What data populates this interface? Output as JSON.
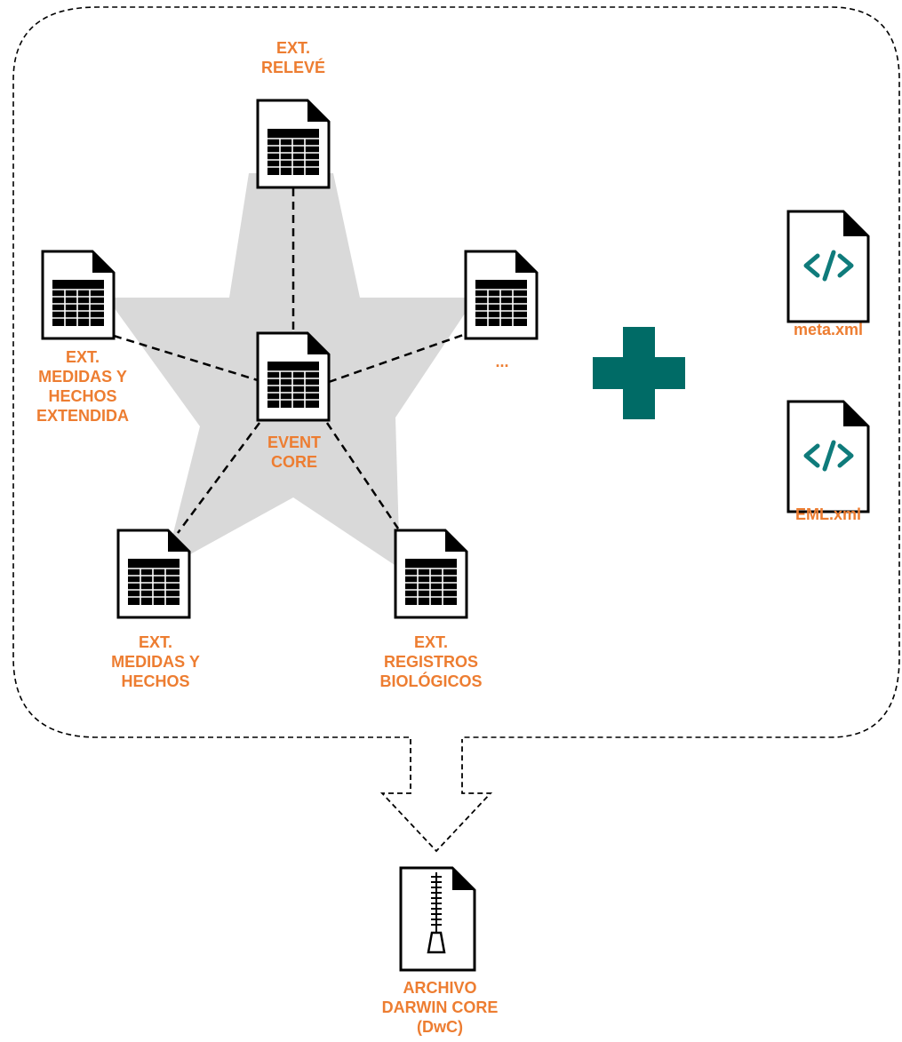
{
  "colors": {
    "label": "#ed7d31",
    "star": "#d9d9d9",
    "plus": "#006b66",
    "code_icon": "#0f7b7b",
    "stroke": "#000000"
  },
  "nodes": {
    "core": {
      "icon": "table-file-icon",
      "lines": [
        "EVENT",
        "CORE"
      ]
    },
    "relevé": {
      "icon": "table-file-icon",
      "lines": [
        "EXT.",
        "RELEVÉ"
      ]
    },
    "extended": {
      "icon": "table-file-icon",
      "lines": [
        "EXT.",
        "MEDIDAS Y",
        "HECHOS",
        "EXTENDIDA"
      ]
    },
    "other": {
      "icon": "table-file-icon",
      "lines": [
        "..."
      ]
    },
    "measurements": {
      "icon": "table-file-icon",
      "lines": [
        "EXT.",
        "MEDIDAS Y",
        "HECHOS"
      ]
    },
    "occurrences": {
      "icon": "table-file-icon",
      "lines": [
        "EXT.",
        "REGISTROS",
        "BIOLÓGICOS"
      ]
    }
  },
  "metadata_files": [
    {
      "icon": "code-file-icon",
      "label": "meta.xml"
    },
    {
      "icon": "code-file-icon",
      "label": "EML.xml"
    }
  ],
  "combine_icon": "plus-icon",
  "output": {
    "icon": "zip-file-icon",
    "lines": [
      "ARCHIVO",
      "DARWIN CORE",
      "(DwC)"
    ]
  }
}
